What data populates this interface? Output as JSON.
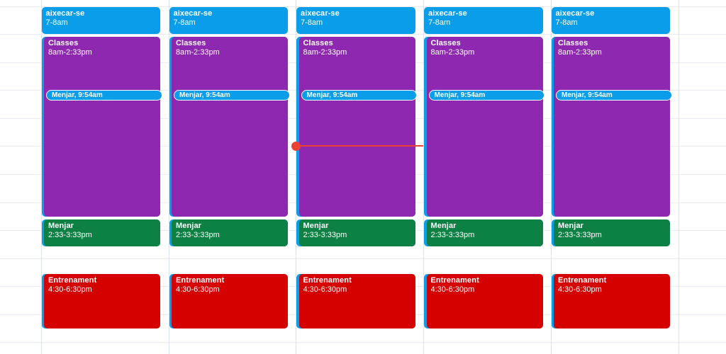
{
  "calendar": {
    "view": "week-time-grid",
    "grid_colors": {
      "hour_line": "#e9edf3",
      "day_line": "#dde3ea"
    },
    "background_event_sliver_color": "#0a9de9",
    "now_indicator": {
      "color": "#ea4335"
    },
    "days": [
      {
        "events": [
          {
            "title": "aixecar-se",
            "time": "7-8am",
            "color": "#0a9de9"
          },
          {
            "title": "Classes",
            "time": "8am-2:33pm",
            "color": "#8e28b0"
          },
          {
            "title": "Menjar, 9:54am",
            "color": "#0a9de9",
            "style": "chip"
          },
          {
            "title": "Menjar",
            "time": "2:33-3:33pm",
            "color": "#0d8043"
          },
          {
            "title": "Entrenament",
            "time": "4:30-6:30pm",
            "color": "#d50000"
          }
        ]
      },
      {
        "events": [
          {
            "title": "aixecar-se",
            "time": "7-8am",
            "color": "#0a9de9"
          },
          {
            "title": "Classes",
            "time": "8am-2:33pm",
            "color": "#8e28b0"
          },
          {
            "title": "Menjar, 9:54am",
            "color": "#0a9de9",
            "style": "chip"
          },
          {
            "title": "Menjar",
            "time": "2:33-3:33pm",
            "color": "#0d8043"
          },
          {
            "title": "Entrenament",
            "time": "4:30-6:30pm",
            "color": "#d50000"
          }
        ]
      },
      {
        "events": [
          {
            "title": "aixecar-se",
            "time": "7-8am",
            "color": "#0a9de9"
          },
          {
            "title": "Classes",
            "time": "8am-2:33pm",
            "color": "#8e28b0"
          },
          {
            "title": "Menjar, 9:54am",
            "color": "#0a9de9",
            "style": "chip"
          },
          {
            "title": "Menjar",
            "time": "2:33-3:33pm",
            "color": "#0d8043"
          },
          {
            "title": "Entrenament",
            "time": "4:30-6:30pm",
            "color": "#d50000"
          }
        ]
      },
      {
        "events": [
          {
            "title": "aixecar-se",
            "time": "7-8am",
            "color": "#0a9de9"
          },
          {
            "title": "Classes",
            "time": "8am-2:33pm",
            "color": "#8e28b0"
          },
          {
            "title": "Menjar, 9:54am",
            "color": "#0a9de9",
            "style": "chip"
          },
          {
            "title": "Menjar",
            "time": "2:33-3:33pm",
            "color": "#0d8043"
          },
          {
            "title": "Entrenament",
            "time": "4:30-6:30pm",
            "color": "#d50000"
          }
        ]
      },
      {
        "events": [
          {
            "title": "aixecar-se",
            "time": "7-8am",
            "color": "#0a9de9"
          },
          {
            "title": "Classes",
            "time": "8am-2:33pm",
            "color": "#8e28b0"
          },
          {
            "title": "Menjar, 9:54am",
            "color": "#0a9de9",
            "style": "chip"
          },
          {
            "title": "Menjar",
            "time": "2:33-3:33pm",
            "color": "#0d8043"
          },
          {
            "title": "Entrenament",
            "time": "4:30-6:30pm",
            "color": "#d50000"
          }
        ]
      }
    ]
  }
}
